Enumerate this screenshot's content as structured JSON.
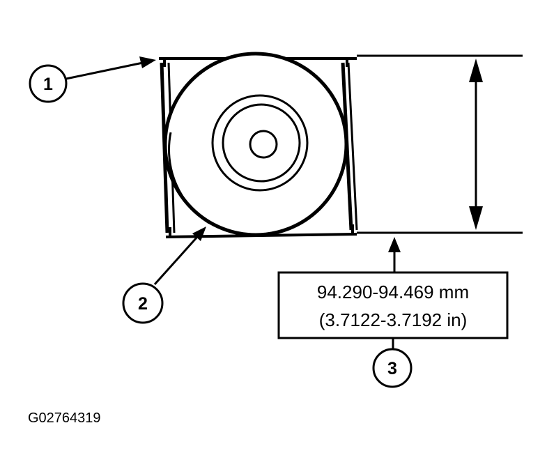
{
  "callouts": [
    {
      "number": "1"
    },
    {
      "number": "2"
    },
    {
      "number": "3"
    }
  ],
  "specification": {
    "metric": "94.290-94.469 mm",
    "imperial": "(3.7122-3.7192 in)"
  },
  "figure_id": "G02764319",
  "colors": {
    "ink": "#000000",
    "paper": "#ffffff"
  }
}
